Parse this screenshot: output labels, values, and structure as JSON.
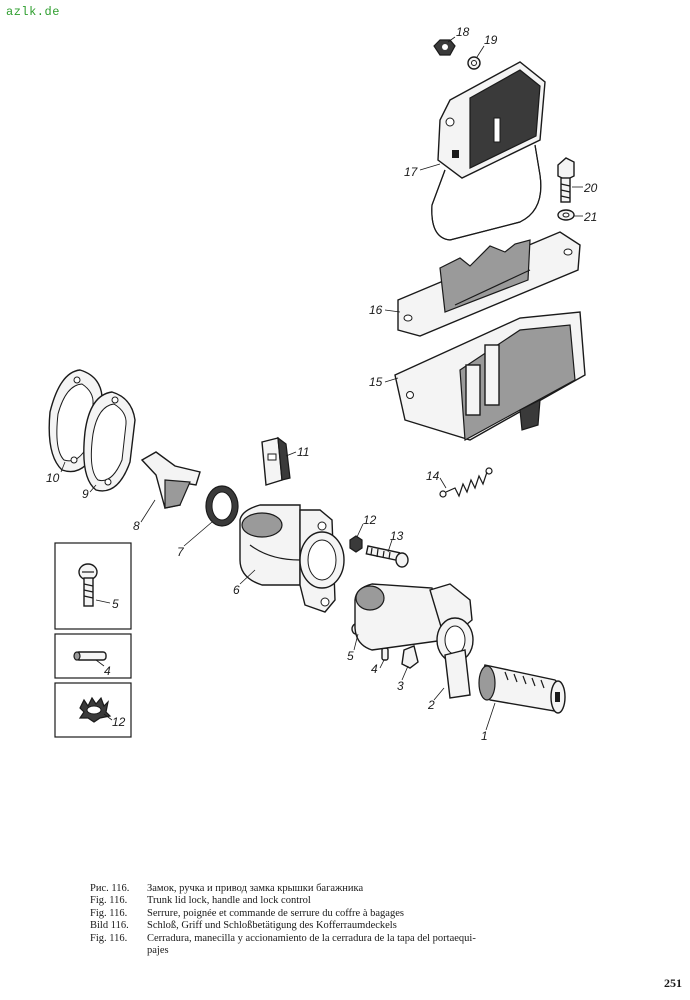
{
  "watermark": "azlk.de",
  "callouts": {
    "c1": "1",
    "c2": "2",
    "c3": "3",
    "c4": "4",
    "c5": "5",
    "c6": "6",
    "c7": "7",
    "c8": "8",
    "c9": "9",
    "c10": "10",
    "c11": "11",
    "c12": "12",
    "c13": "13",
    "c14": "14",
    "c15": "15",
    "c16": "16",
    "c17": "17",
    "c18": "18",
    "c19": "19",
    "c20": "20",
    "c21": "21",
    "inset5": "5",
    "inset4": "4",
    "inset12": "12"
  },
  "caption": {
    "ru_prefix": "Рис. 116.",
    "ru_text": "Замок, ручка и привод замка крышки багажника",
    "en_prefix": "Fig. 116.",
    "en_text": "Trunk lid lock, handle and lock control",
    "fr_prefix": "Fig. 116.",
    "fr_text": "Serrure, poignée et commande de serrure du coffre à bagages",
    "de_prefix": "Bild 116.",
    "de_text": "Schloß, Griff und Schloßbetätigung des Kofferraumdeckels",
    "es_prefix": "Fig. 116.",
    "es_text": "Cerradura, manecilla y accionamiento de la cerradura de la tapa del portaequi-",
    "es_cont": "pajes"
  },
  "page_number": "251"
}
